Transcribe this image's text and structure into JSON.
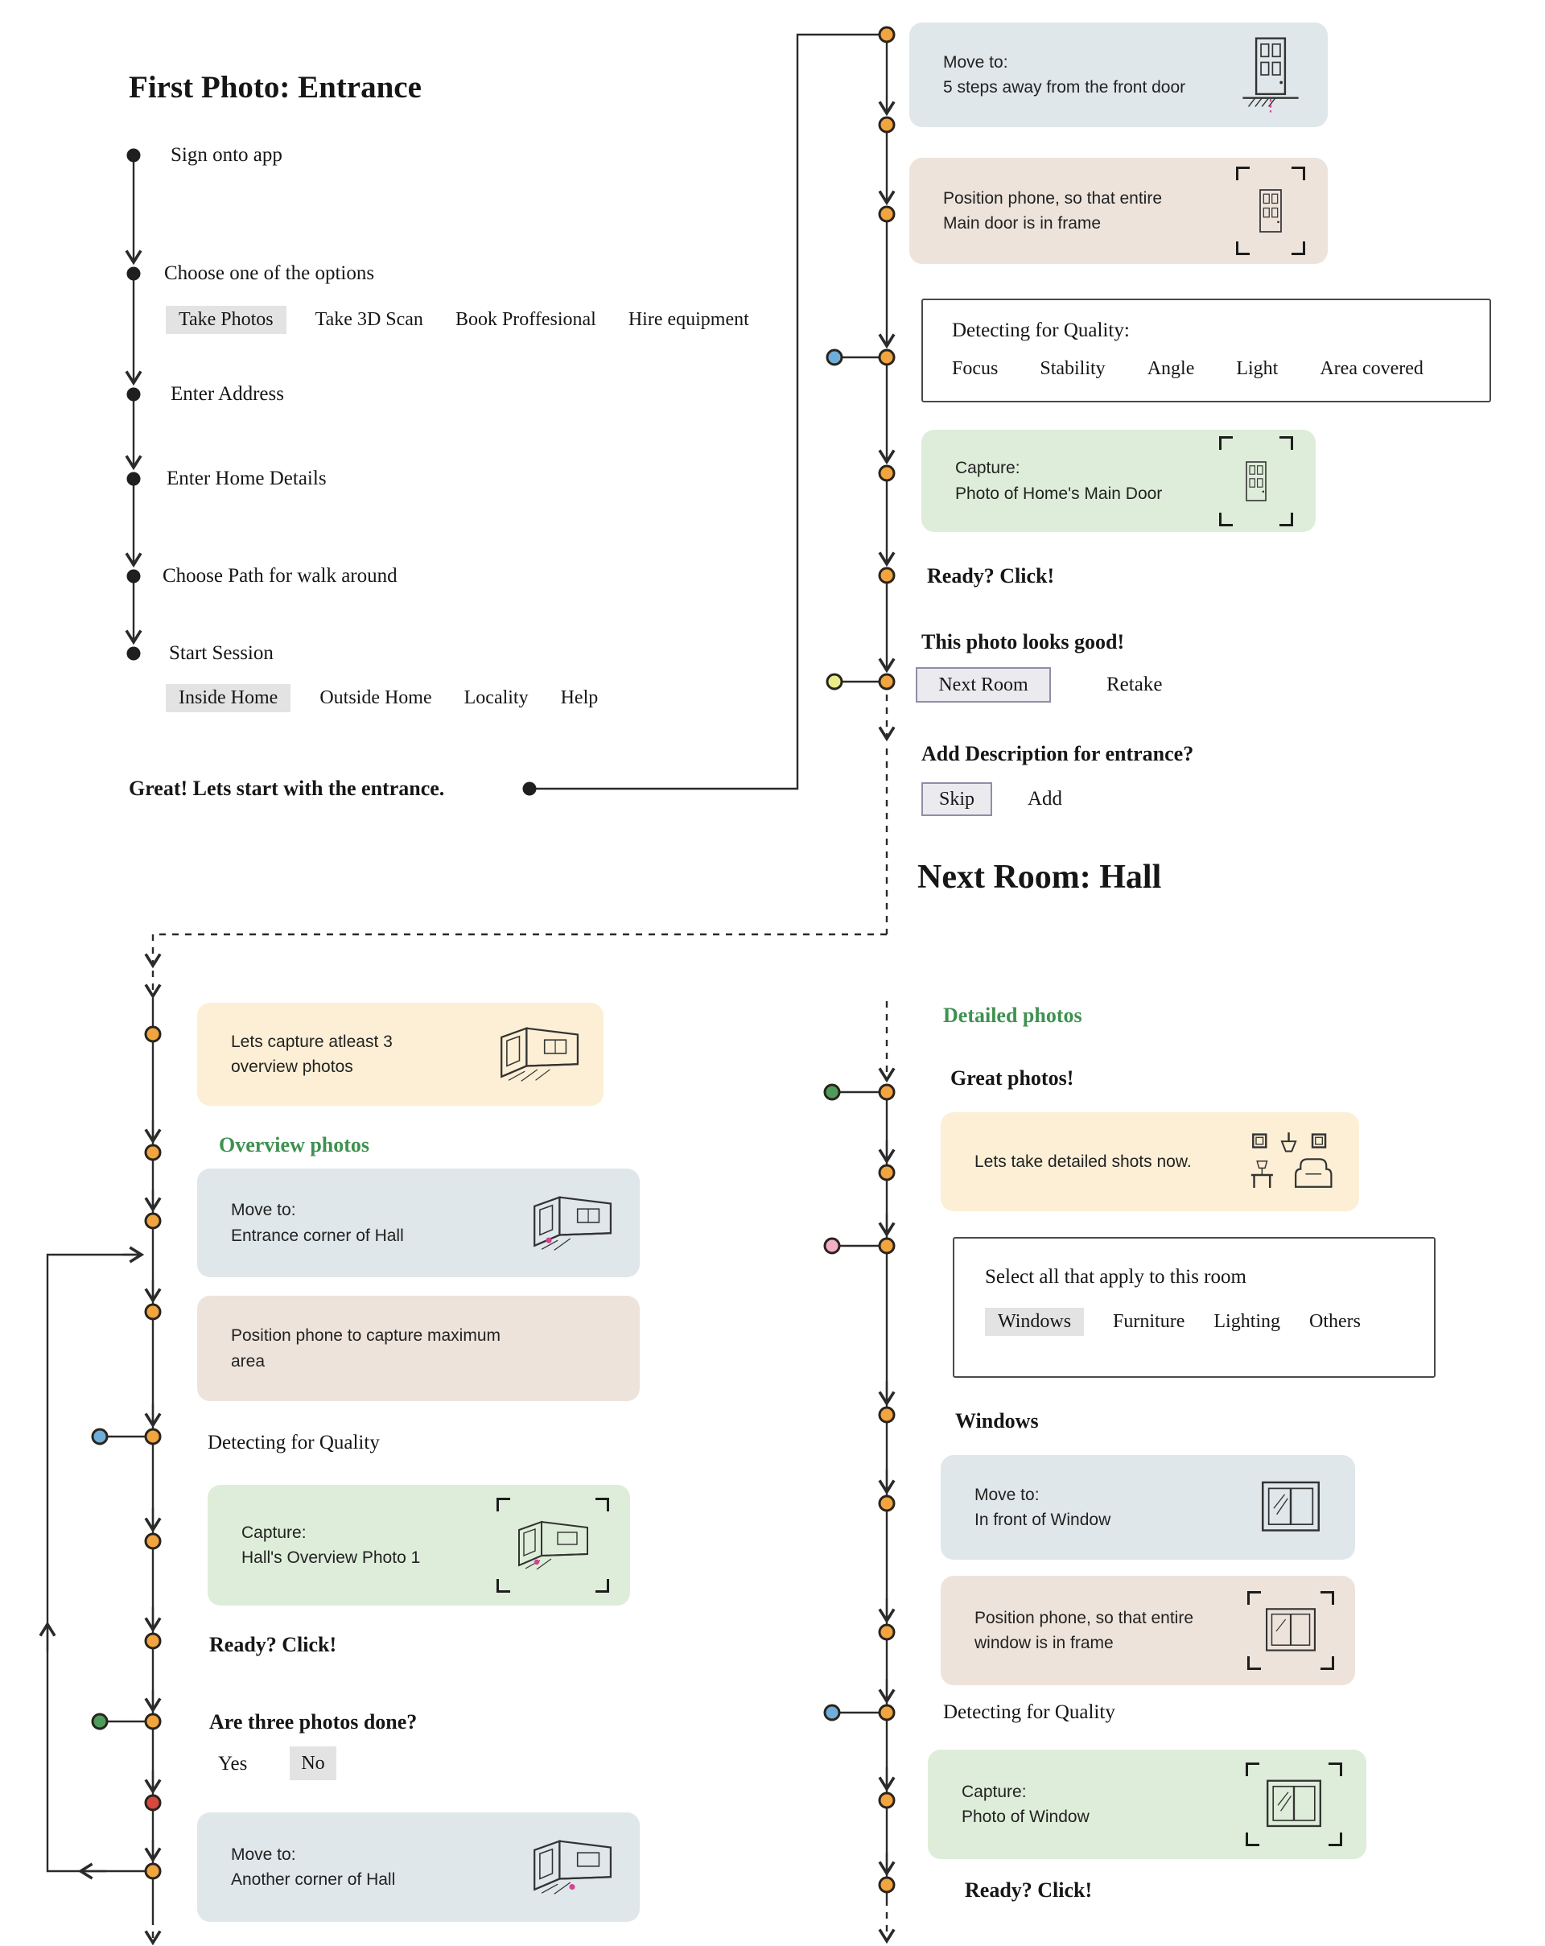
{
  "colors": {
    "node_orange": "#F2A43F",
    "node_blue": "#6FAEDB",
    "node_green": "#4E9C5B",
    "node_yellow": "#E9EC8C",
    "node_pink": "#F3AFC6",
    "node_red": "#D7483E",
    "node_black": "#1F1F1F",
    "accent_green": "#3F9150",
    "card_bluegray": "#DFE7EA",
    "card_tan": "#EDE3DB",
    "card_green": "#DEEDD9",
    "card_cream": "#FCEFD5"
  },
  "left_flow": {
    "title": "First Photo: Entrance",
    "steps": {
      "sign_on": "Sign onto app",
      "choose_option": "Choose one of the options",
      "enter_address": "Enter Address",
      "enter_home_details": "Enter Home Details",
      "choose_path": "Choose Path for walk around",
      "start_session": "Start Session"
    },
    "option_row1": [
      "Take Photos",
      "Take 3D Scan",
      "Book Proffesional",
      "Hire equipment"
    ],
    "option_row2": [
      "Inside Home",
      "Outside Home",
      "Locality",
      "Help"
    ],
    "footer": "Great! Lets start with the entrance."
  },
  "entrance": {
    "move_card": "Move to:\n5 steps away from the front door",
    "position_card": "Position phone, so that entire\nMain door is in frame",
    "quality_box": {
      "title": "Detecting for Quality:",
      "items": [
        "Focus",
        "Stability",
        "Angle",
        "Light",
        "Area covered"
      ]
    },
    "capture_card": "Capture:\nPhoto of Home's Main Door",
    "ready": "Ready? Click!",
    "looks_good": "This photo looks good!",
    "next_room": "Next Room",
    "retake": "Retake",
    "add_description": "Add Description for entrance?",
    "skip": "Skip",
    "add": "Add"
  },
  "hall": {
    "heading": "Next Room: Hall",
    "overview": {
      "intro_card": "Lets capture atleast 3 overview photos",
      "section": "Overview photos",
      "move_card": "Move to:\nEntrance corner of Hall",
      "position_card": "Position phone to capture maximum area",
      "quality": "Detecting for Quality",
      "capture_card": "Capture:\nHall's Overview Photo 1",
      "ready": "Ready? Click!",
      "three_done": "Are three photos done?",
      "yes": "Yes",
      "no": "No",
      "move_again_card": "Move to:\nAnother corner of Hall"
    },
    "detail": {
      "section": "Detailed photos",
      "great": "Great photos!",
      "intro_card": "Lets take detailed shots now.",
      "select_box": {
        "title": "Select all that apply to this room",
        "options": [
          "Windows",
          "Furniture",
          "Lighting",
          "Others"
        ]
      },
      "windows_label": "Windows",
      "move_card": "Move to:\nIn front of Window",
      "position_card": "Position phone, so that entire\nwindow is in frame",
      "quality": "Detecting for Quality",
      "capture_card": "Capture:\nPhoto of Window",
      "ready": "Ready? Click!"
    }
  }
}
